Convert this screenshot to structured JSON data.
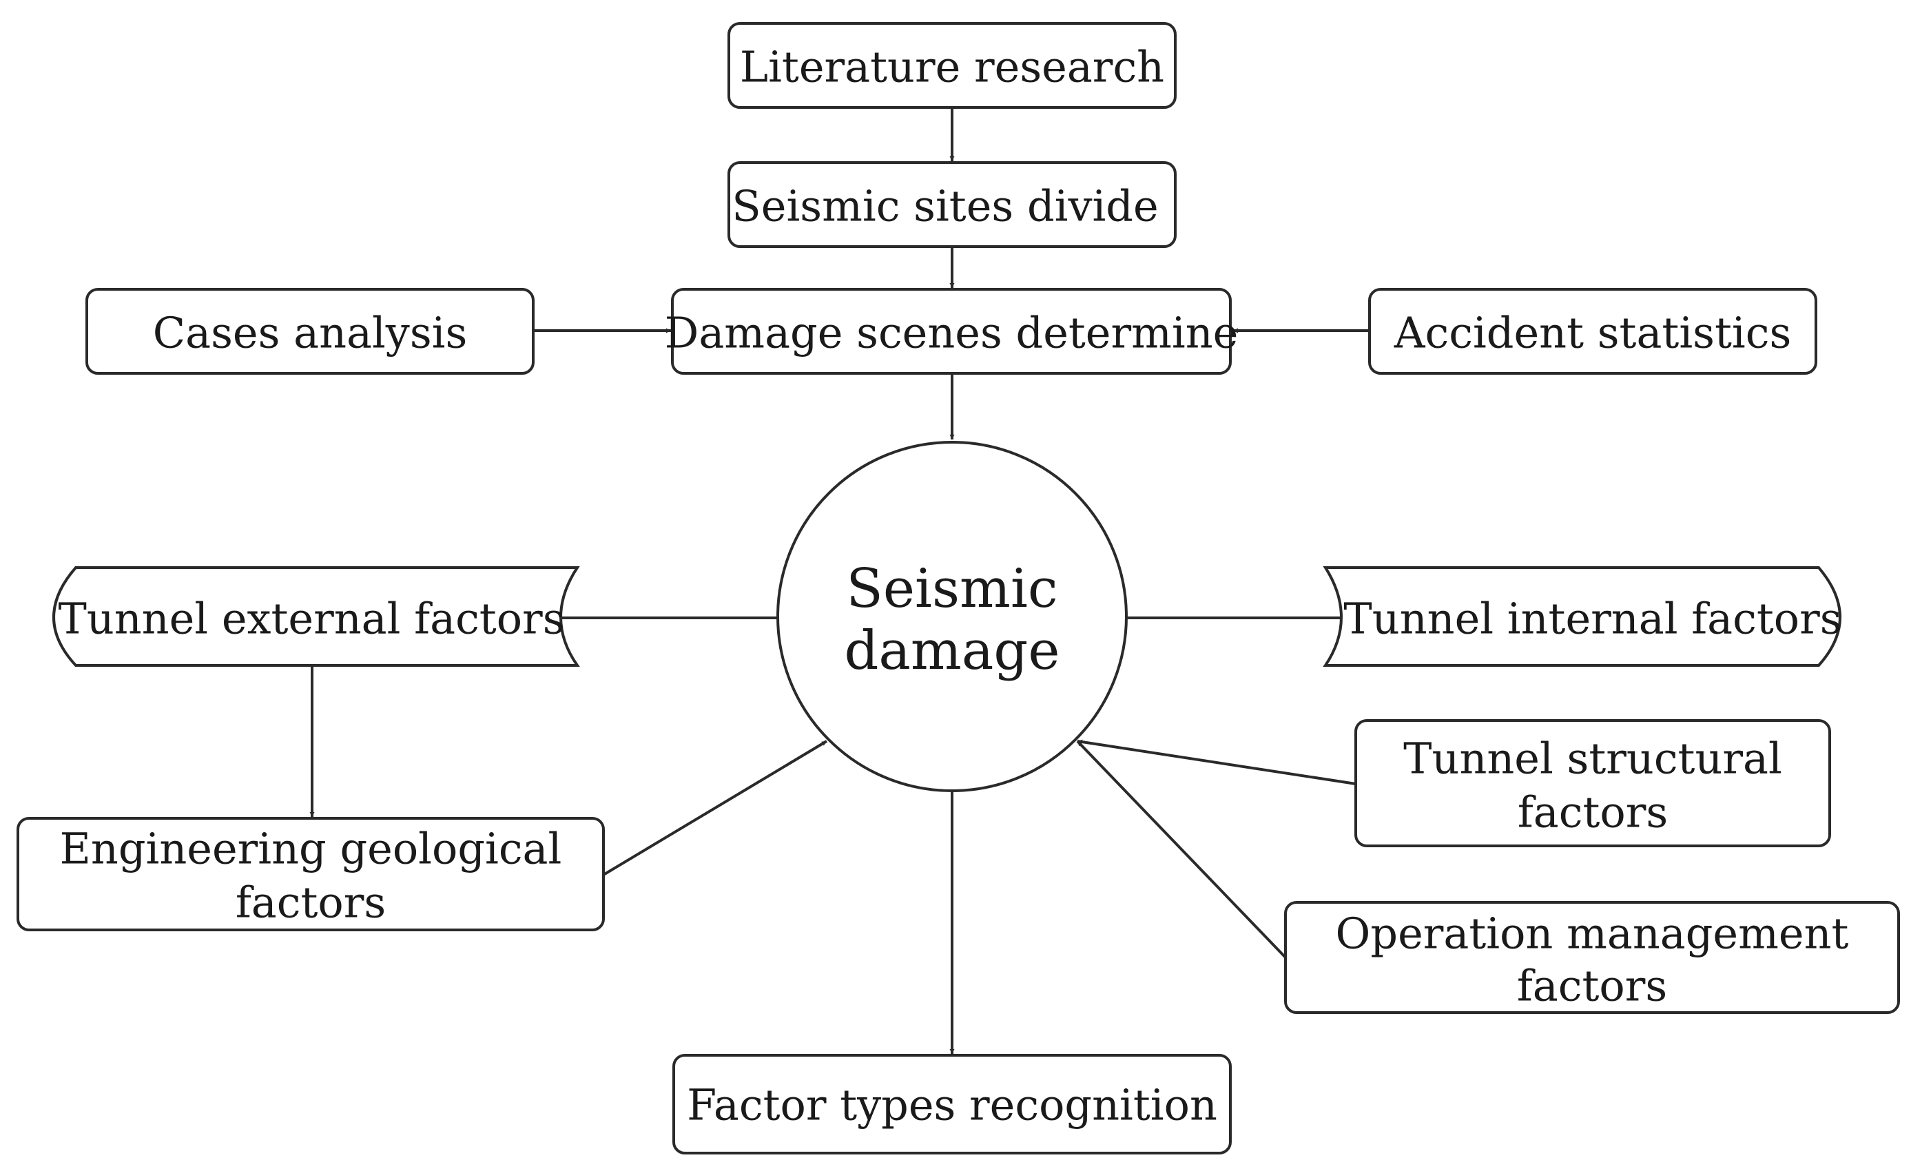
{
  "nodes": {
    "literature_research": "Literature research",
    "seismic_sites_divide": "Seismic sites divide",
    "cases_analysis": "Cases analysis",
    "damage_scenes_determine": "Damage scenes determine",
    "accident_statistics": "Accident statistics",
    "seismic_damage": [
      "Seismic",
      "damage"
    ],
    "tunnel_external_factors": "Tunnel external factors",
    "tunnel_internal_factors": "Tunnel internal factors",
    "engineering_geological_factors": [
      "Engineering geological",
      "factors"
    ],
    "tunnel_structural_factors": [
      "Tunnel structural",
      "factors"
    ],
    "operation_management_factors": [
      "Operation management",
      "factors"
    ],
    "factor_types_recognition": "Factor types recognition"
  }
}
